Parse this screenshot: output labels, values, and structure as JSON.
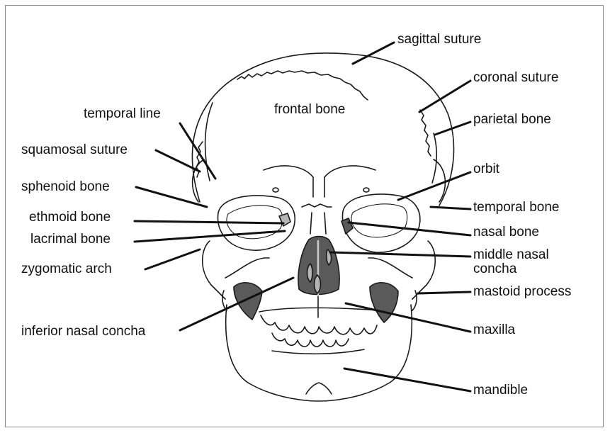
{
  "diagram": {
    "labels": {
      "frontal_bone": "frontal bone",
      "sagittal_suture": "sagittal suture",
      "coronal_suture": "coronal suture",
      "parietal_bone": "parietal bone",
      "orbit": "orbit",
      "temporal_bone": "temporal bone",
      "nasal_bone": "nasal bone",
      "middle_nasal_concha_1": "middle nasal",
      "middle_nasal_concha_2": "concha",
      "mastoid_process": "mastoid process",
      "maxilla": "maxilla",
      "mandible": "mandible",
      "temporal_line": "temporal line",
      "squamosal_suture": "squamosal suture",
      "sphenoid_bone": "sphenoid bone",
      "ethmoid_bone": "ethmoid bone",
      "lacrimal_bone": "lacrimal bone",
      "zygomatic_arch": "zygomatic arch",
      "inferior_nasal_concha": "inferior nasal concha"
    },
    "colors": {
      "line": "#1a1a1a",
      "shade_dark": "#5a5a5a",
      "shade_light": "#b5b5b5",
      "frame": "#8a8a8a"
    }
  }
}
